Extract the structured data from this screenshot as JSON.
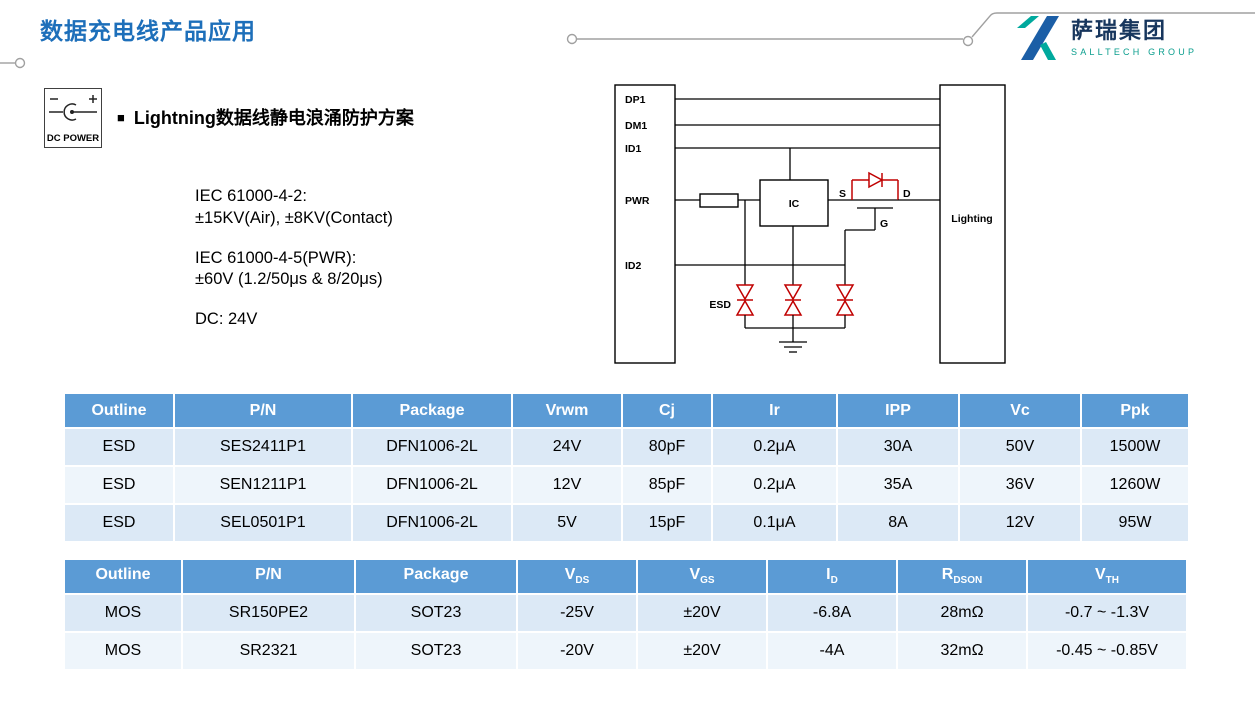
{
  "page": {
    "title": "数据充电线产品应用",
    "bullet": "■",
    "heading": "Lightning数据线静电浪涌防护方案",
    "dc_power_label": "DC POWER",
    "logo": {
      "name": "萨瑞集团",
      "subtitle": "SALLTECH GROUP"
    },
    "specs": [
      "IEC 61000-4-2:",
      "±15KV(Air), ±8KV(Contact)",
      "IEC 61000-4-5(PWR):",
      "±60V (1.2/50μs & 8/20μs)",
      "DC: 24V"
    ]
  },
  "diagram": {
    "pins": [
      "DP1",
      "DM1",
      "ID1",
      "PWR",
      "ID2"
    ],
    "ic_label": "IC",
    "mosfet": {
      "s": "S",
      "d": "D",
      "g": "G"
    },
    "esd_label": "ESD",
    "load_label": "Lighting"
  },
  "tables": {
    "esd": {
      "headers": [
        "Outline",
        "P/N",
        "Package",
        "Vrwm",
        "Cj",
        "Ir",
        "IPP",
        "Vc",
        "Ppk"
      ],
      "rows": [
        [
          "ESD",
          "SES2411P1",
          "DFN1006-2L",
          "24V",
          "80pF",
          "0.2μA",
          "30A",
          "50V",
          "1500W"
        ],
        [
          "ESD",
          "SEN1211P1",
          "DFN1006-2L",
          "12V",
          "85pF",
          "0.2μA",
          "35A",
          "36V",
          "1260W"
        ],
        [
          "ESD",
          "SEL0501P1",
          "DFN1006-2L",
          "5V",
          "15pF",
          "0.1μA",
          "8A",
          "12V",
          "95W"
        ]
      ]
    },
    "mos": {
      "headers": [
        {
          "text": "Outline",
          "sub": ""
        },
        {
          "text": "P/N",
          "sub": ""
        },
        {
          "text": "Package",
          "sub": ""
        },
        {
          "text": "V",
          "sub": "DS"
        },
        {
          "text": "V",
          "sub": "GS"
        },
        {
          "text": "I",
          "sub": "D"
        },
        {
          "text": "R",
          "sub": "DSON"
        },
        {
          "text": "V",
          "sub": "TH"
        }
      ],
      "rows": [
        [
          "MOS",
          "SR150PE2",
          "SOT23",
          "-25V",
          "±20V",
          "-6.8A",
          "28mΩ",
          "-0.7 ~ -1.3V"
        ],
        [
          "MOS",
          "SR2321",
          "SOT23",
          "-20V",
          "±20V",
          "-4A",
          "32mΩ",
          "-0.45 ~ -0.85V"
        ]
      ]
    }
  },
  "colors": {
    "title_blue": "#1d6fba",
    "table_header_blue": "#5b9bd5",
    "band_light_blue": "#dce9f6",
    "band_lighter_blue": "#eef5fb",
    "esd_red": "#c00000",
    "logo_teal": "#00a99d",
    "logo_navy": "#17365d",
    "decoration_gray": "#a0a0a0"
  }
}
